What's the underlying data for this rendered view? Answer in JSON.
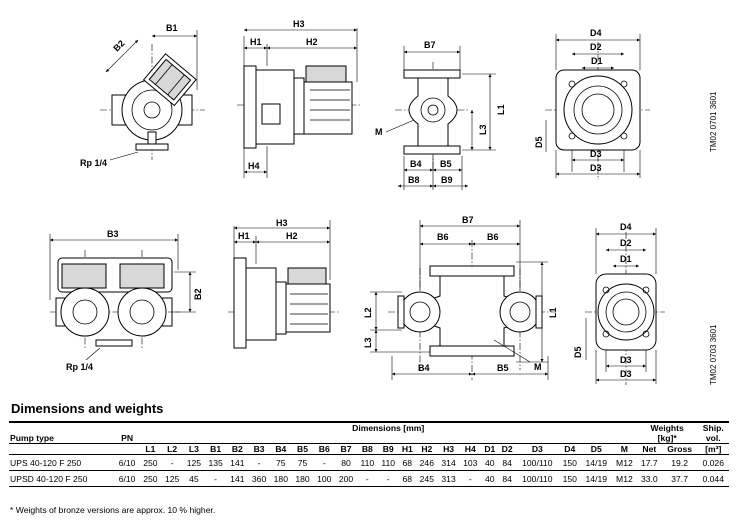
{
  "drawing": {
    "row1": {
      "view1": {
        "B1": "B1",
        "B2": "B2",
        "Rp": "Rp 1/4"
      },
      "view2": {
        "H3": "H3",
        "H1": "H1",
        "H2": "H2",
        "H4": "H4"
      },
      "view3": {
        "B7": "B7",
        "L1": "L1",
        "L3": "L3",
        "M": "M",
        "B4": "B4",
        "B5": "B5",
        "B8": "B8",
        "B9": "B9"
      },
      "view4": {
        "D4": "D4",
        "D2": "D2",
        "D1": "D1",
        "D5": "D5",
        "D3a": "D3",
        "D3b": "D3"
      },
      "code": "TM02 0701 3601"
    },
    "row2": {
      "view1": {
        "B3": "B3",
        "B2": "B2",
        "Rp": "Rp 1/4"
      },
      "view2": {
        "H3": "H3",
        "H1": "H1",
        "H2": "H2"
      },
      "view3": {
        "B7": "B7",
        "B6a": "B6",
        "B6b": "B6",
        "L1": "L1",
        "L2": "L2",
        "L3": "L3",
        "M": "M",
        "B4": "B4",
        "B5": "B5"
      },
      "view4": {
        "D4": "D4",
        "D2": "D2",
        "D1": "D1",
        "D5": "D5",
        "D3a": "D3",
        "D3b": "D3"
      },
      "code": "TM02 0703 3601"
    }
  },
  "section_title": "Dimensions and weights",
  "table": {
    "h_pump_type": "Pump type",
    "h_pn": "PN",
    "h_dimensions": "Dimensions [mm]",
    "h_weights": "Weights",
    "h_weights_unit": "[kg]*",
    "h_ship": "Ship.",
    "h_ship2": "vol.",
    "h_ship_unit": "[m³]",
    "dim_columns": [
      "L1",
      "L2",
      "L3",
      "B1",
      "B2",
      "B3",
      "B4",
      "B5",
      "B6",
      "B7",
      "B8",
      "B9",
      "H1",
      "H2",
      "H3",
      "H4",
      "D1",
      "D2",
      "D3",
      "D4",
      "D5",
      "M"
    ],
    "weight_columns": [
      "Net",
      "Gross"
    ],
    "rows": [
      {
        "type": "UPS 40-120 F 250",
        "pn": "6/10",
        "dims": [
          "250",
          "-",
          "125",
          "135",
          "141",
          "-",
          "75",
          "75",
          "-",
          "80",
          "110",
          "110",
          "68",
          "246",
          "314",
          "103",
          "40",
          "84",
          "100/110",
          "150",
          "14/19",
          "M12"
        ],
        "net": "17.7",
        "gross": "19.2",
        "vol": "0.026"
      },
      {
        "type": "UPSD 40-120 F 250",
        "pn": "6/10",
        "dims": [
          "250",
          "125",
          "45",
          "-",
          "141",
          "360",
          "180",
          "180",
          "100",
          "200",
          "-",
          "-",
          "68",
          "245",
          "313",
          "-",
          "40",
          "84",
          "100/110",
          "150",
          "14/19",
          "M12"
        ],
        "net": "33.0",
        "gross": "37.7",
        "vol": "0.044"
      }
    ]
  },
  "footnote": "* Weights of bronze versions are approx. 10 % higher."
}
